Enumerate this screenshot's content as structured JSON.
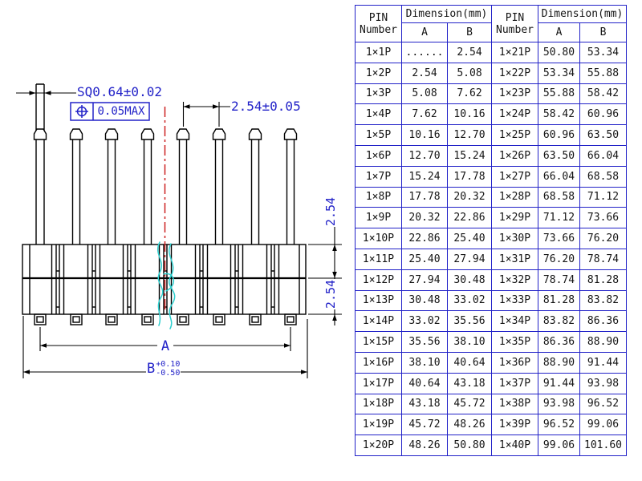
{
  "colors": {
    "blue": "#2222c8",
    "red": "#cc2020",
    "cyan": "#2ecfcf",
    "ink": "#141414"
  },
  "drawing": {
    "labels": {
      "sq_dim": "SQ0.64±0.02",
      "position_tolerance": "0.05MAX",
      "pitch_dim": "2.54±0.05",
      "row_pitch_top": "2.54",
      "row_pitch_bottom": "2.54",
      "dim_a": "A",
      "dim_b": "B",
      "dim_b_upper": "+0.10",
      "dim_b_lower": "-0.50"
    }
  },
  "table": {
    "header": {
      "pin": "PIN",
      "number": "Number",
      "dimension": "Dimension(mm)",
      "col_a": "A",
      "col_b": "B"
    },
    "rows": [
      [
        "1×1P",
        "......",
        "2.54",
        "1×21P",
        "50.80",
        "53.34"
      ],
      [
        "1×2P",
        "2.54",
        "5.08",
        "1×22P",
        "53.34",
        "55.88"
      ],
      [
        "1×3P",
        "5.08",
        "7.62",
        "1×23P",
        "55.88",
        "58.42"
      ],
      [
        "1×4P",
        "7.62",
        "10.16",
        "1×24P",
        "58.42",
        "60.96"
      ],
      [
        "1×5P",
        "10.16",
        "12.70",
        "1×25P",
        "60.96",
        "63.50"
      ],
      [
        "1×6P",
        "12.70",
        "15.24",
        "1×26P",
        "63.50",
        "66.04"
      ],
      [
        "1×7P",
        "15.24",
        "17.78",
        "1×27P",
        "66.04",
        "68.58"
      ],
      [
        "1×8P",
        "17.78",
        "20.32",
        "1×28P",
        "68.58",
        "71.12"
      ],
      [
        "1×9P",
        "20.32",
        "22.86",
        "1×29P",
        "71.12",
        "73.66"
      ],
      [
        "1×10P",
        "22.86",
        "25.40",
        "1×30P",
        "73.66",
        "76.20"
      ],
      [
        "1×11P",
        "25.40",
        "27.94",
        "1×31P",
        "76.20",
        "78.74"
      ],
      [
        "1×12P",
        "27.94",
        "30.48",
        "1×32P",
        "78.74",
        "81.28"
      ],
      [
        "1×13P",
        "30.48",
        "33.02",
        "1×33P",
        "81.28",
        "83.82"
      ],
      [
        "1×14P",
        "33.02",
        "35.56",
        "1×34P",
        "83.82",
        "86.36"
      ],
      [
        "1×15P",
        "35.56",
        "38.10",
        "1×35P",
        "86.36",
        "88.90"
      ],
      [
        "1×16P",
        "38.10",
        "40.64",
        "1×36P",
        "88.90",
        "91.44"
      ],
      [
        "1×17P",
        "40.64",
        "43.18",
        "1×37P",
        "91.44",
        "93.98"
      ],
      [
        "1×18P",
        "43.18",
        "45.72",
        "1×38P",
        "93.98",
        "96.52"
      ],
      [
        "1×19P",
        "45.72",
        "48.26",
        "1×39P",
        "96.52",
        "99.06"
      ],
      [
        "1×20P",
        "48.26",
        "50.80",
        "1×40P",
        "99.06",
        "101.60"
      ]
    ]
  }
}
